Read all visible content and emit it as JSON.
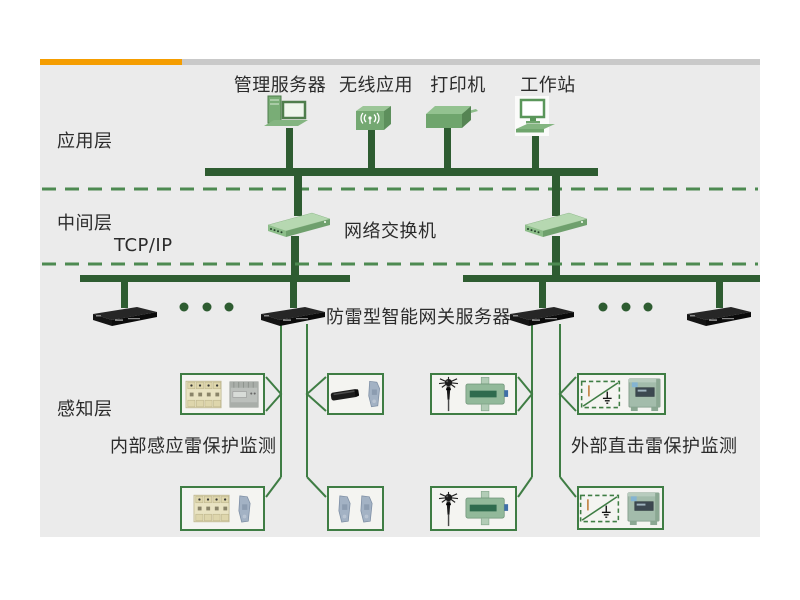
{
  "top_bar": {
    "accent_color": "#f59d00",
    "bar_color": "#c9c9c9"
  },
  "canvas": {
    "background_color": "#ebebeb"
  },
  "colors": {
    "bus_green": "#2e5c31",
    "connector_green": "#3f7d44",
    "dash_green": "#4d8a51",
    "text": "#2b2b2b",
    "device_green": "#7db07a",
    "gateway_black": "#1a1a1a"
  },
  "layers": {
    "application": "应用层",
    "middle": "中间层",
    "protocol": "TCP/IP",
    "perception": "感知层"
  },
  "application_devices": [
    {
      "label": "管理服务器",
      "icon": "server-icon"
    },
    {
      "label": "无线应用",
      "icon": "wireless-icon"
    },
    {
      "label": "打印机",
      "icon": "printer-icon"
    },
    {
      "label": "工作站",
      "icon": "workstation-icon"
    }
  ],
  "middle_layer": {
    "switch_label": "网络交换机",
    "switch_icon": "network-switch-icon",
    "gateway_label": "防雷型智能网关服务器",
    "gateway_icon": "gateway-server-icon"
  },
  "perception_layer": {
    "internal_group_label": "内部感应雷保护监测",
    "external_group_label": "外部直击雷保护监测",
    "sensor_icons": [
      "surge-protector-icon",
      "monitor-module-icon",
      "current-sensor-icon",
      "din-module-icon",
      "lightning-rod-icon",
      "field-sensor-icon",
      "grounding-monitor-icon",
      "cabinet-icon"
    ]
  }
}
